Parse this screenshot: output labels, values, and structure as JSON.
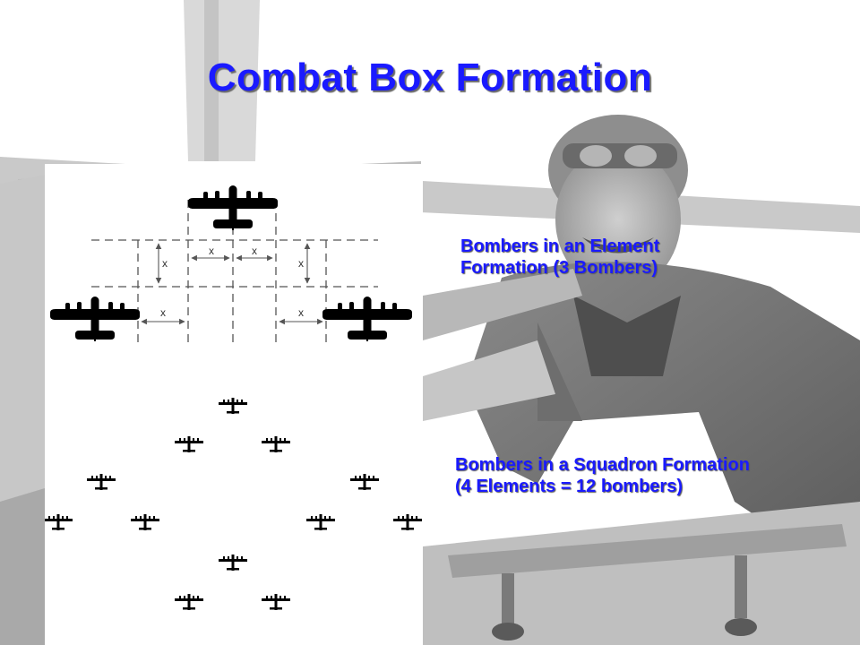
{
  "slide": {
    "title": "Combat Box Formation",
    "element_caption": {
      "line1": "Bombers in an Element",
      "line2": "Formation (3 Bombers)"
    },
    "squadron_caption": {
      "line1": "Bombers in a Squadron Formation",
      "line2": "(4 Elements = 12 bombers)"
    },
    "spacing_label": "x"
  },
  "colors": {
    "title": "#1a1aff",
    "caption": "#1a1aff",
    "bomber": "#000000",
    "guide_line": "#555555"
  }
}
